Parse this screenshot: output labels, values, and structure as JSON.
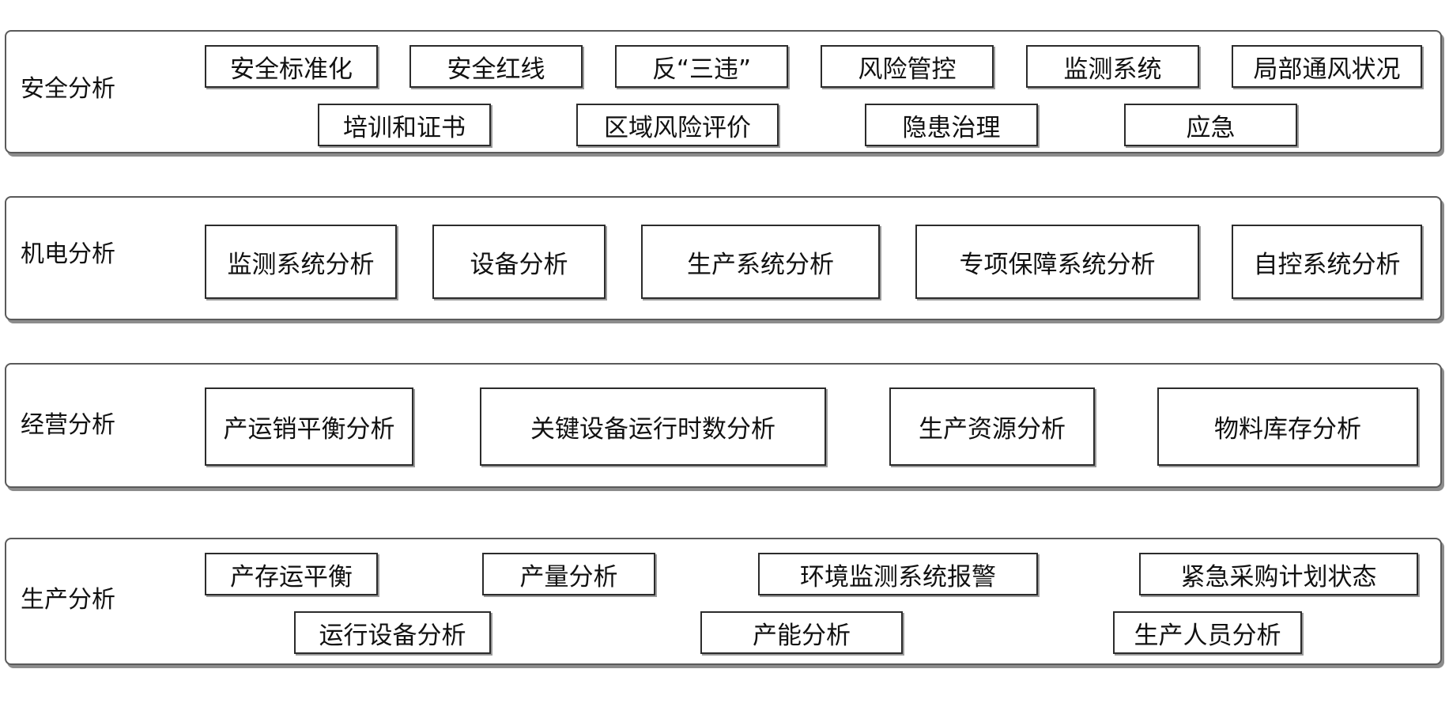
{
  "sections": [
    {
      "title": "安全分析",
      "items": [
        "安全标准化",
        "安全红线",
        "反“三违”",
        "风险管控",
        "监测系统",
        "局部通风状况",
        "培训和证书",
        "区域风险评价",
        "隐患治理",
        "应急"
      ]
    },
    {
      "title": "机电分析",
      "items": [
        "监测系统分析",
        "设备分析",
        "生产系统分析",
        "专项保障系统分析",
        "自控系统分析"
      ]
    },
    {
      "title": "经营分析",
      "items": [
        "产运销平衡分析",
        "关键设备运行时数分析",
        "生产资源分析",
        "物料库存分析"
      ]
    },
    {
      "title": "生产分析",
      "items": [
        "产存运平衡",
        "产量分析",
        "环境监测系统报警",
        "紧急采购计划状态",
        "运行设备分析",
        "产能分析",
        "生产人员分析"
      ]
    }
  ]
}
